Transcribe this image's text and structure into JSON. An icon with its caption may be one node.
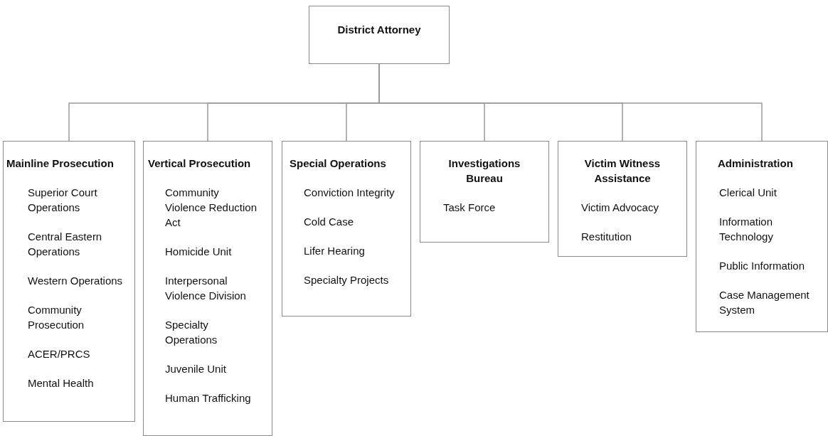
{
  "diagram": {
    "nodes": [
      {
        "text": [
          "District Attorney"
        ]
      },
      {
        "text": [
          "Mainline Prosecution",
          "Superior Court Operations",
          "Central Eastern Operations",
          "Western Operations",
          "Community Prosecution",
          "ACER/PRCS",
          "Mental Health"
        ]
      },
      {
        "text": [
          "Vertical Prosecution",
          "Community Violence Reduction Act",
          "Homicide Unit",
          "Interpersonal Violence Division",
          "Specialty Operations",
          "Juvenile Unit",
          "Human Trafficking"
        ]
      },
      {
        "text": [
          "Special Operations",
          "Conviction Integrity",
          "Cold Case",
          "Lifer Hearing",
          "Specialty Projects"
        ]
      },
      {
        "text": [
          "Investigations Bureau",
          "Task Force"
        ]
      },
      {
        "text": [
          "Victim Witness Assistance",
          "Victim Advocacy",
          "Restitution"
        ]
      },
      {
        "text": [
          "Administration",
          "Clerical Unit",
          "Information Technology",
          "Public Information",
          "Case Management System"
        ]
      }
    ],
    "edges": [
      {
        "from": 0,
        "to": 1,
        "arrow": "none"
      },
      {
        "from": 0,
        "to": 2,
        "arrow": "none"
      },
      {
        "from": 0,
        "to": 3,
        "arrow": "none"
      },
      {
        "from": 0,
        "to": 4,
        "arrow": "none"
      },
      {
        "from": 0,
        "to": 5,
        "arrow": "none"
      },
      {
        "from": 0,
        "to": 6,
        "arrow": "none"
      }
    ]
  }
}
